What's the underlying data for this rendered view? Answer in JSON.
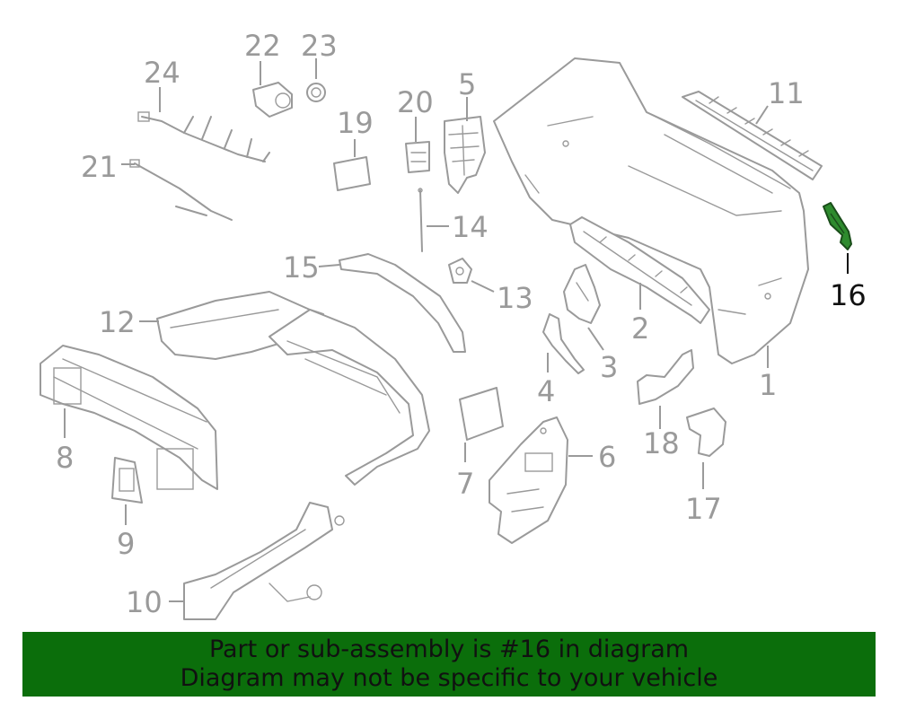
{
  "diagram": {
    "callouts": [
      "1",
      "2",
      "3",
      "4",
      "5",
      "6",
      "7",
      "8",
      "9",
      "10",
      "11",
      "12",
      "13",
      "14",
      "15",
      "16",
      "17",
      "18",
      "19",
      "20",
      "21",
      "22",
      "23",
      "24"
    ],
    "highlighted_part": "16",
    "highlight_color": "#2e8b2e",
    "line_color": "#9a9a9a"
  },
  "banner": {
    "line1": "Part or sub-assembly is #16 in diagram",
    "line2": "Diagram may not be specific to your vehicle",
    "background": "#0b6e0b"
  }
}
